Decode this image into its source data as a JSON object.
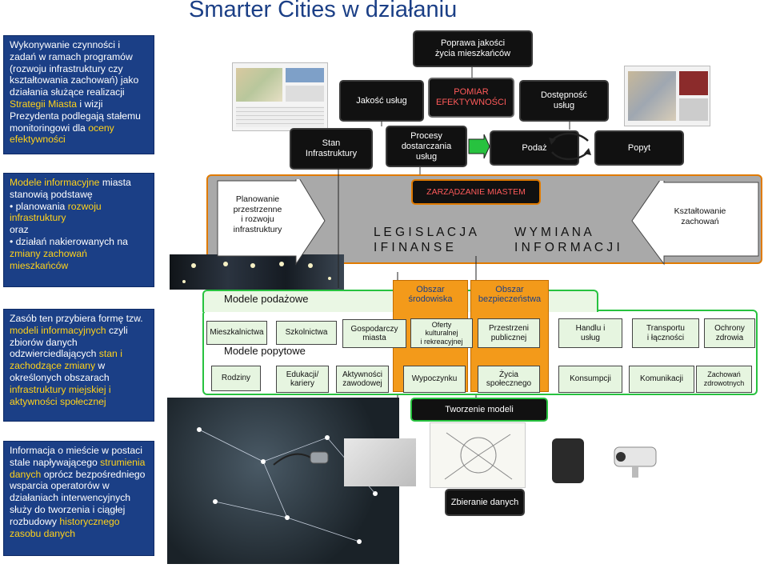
{
  "title": "Smarter Cities w działaniu",
  "left_boxes": [
    {
      "parts": [
        {
          "t": "Wykonywanie czynności i zadań w ramach programów (rozwoju infrastruktury czy kształtowania zachowań) jako działania służące realizacji ",
          "h": false
        },
        {
          "t": "Strategii Miasta",
          "h": true
        },
        {
          "t": " i wizji Prezydenta podlegają stałemu monitoringowi dla ",
          "h": false
        },
        {
          "t": "oceny efektywności",
          "h": true
        }
      ]
    },
    {
      "parts": [
        {
          "t": "Modele informacyjne",
          "h": true
        },
        {
          "t": " miasta stanowią podstawę\n• planowania ",
          "h": false
        },
        {
          "t": "rozwoju infrastruktury",
          "h": true
        },
        {
          "t": "\n oraz\n• działań nakierowanych na ",
          "h": false
        },
        {
          "t": "zmiany zachowań mieszkańców",
          "h": true
        }
      ]
    },
    {
      "parts": [
        {
          "t": "Zasób ten przybiera formę tzw. ",
          "h": false
        },
        {
          "t": "modeli informacyjnych",
          "h": true
        },
        {
          "t": " czyli zbiorów danych odzwierciedlających ",
          "h": false
        },
        {
          "t": "stan i zachodzące zmiany",
          "h": true
        },
        {
          "t": " w określonych obszarach ",
          "h": false
        },
        {
          "t": "infrastruktury miejskiej i aktywności społecznej",
          "h": true
        }
      ]
    },
    {
      "parts": [
        {
          "t": "Informacja o mieście w postaci stale napływającego ",
          "h": false
        },
        {
          "t": "strumienia danych",
          "h": true
        },
        {
          "t": " oprócz bezpośredniego wsparcia operatorów w działaniach interwencyjnych służy do tworzenia i ciągłej rozbudowy ",
          "h": false
        },
        {
          "t": "historycznego zasobu danych",
          "h": true
        }
      ]
    }
  ],
  "top": {
    "poprawa": "Poprawa jakości\nżycia mieszkańców",
    "jakosc": "Jakość usług",
    "pomiar": "POMIAR\nEFEKTYWNOŚCI",
    "dostepnosc": "Dostępność\nusług",
    "stan": "Stan\nInfrastruktury",
    "procesy": "Procesy\ndostarczania\nusług",
    "podaz": "Podaż",
    "popyt": "Popyt"
  },
  "middle": {
    "planowanie": "Planowanie\nprzestrzenne\ni rozwoju\ninfrastruktury",
    "zarzadzanie": "ZARZĄDZANIE  MIASTEM",
    "legislacja": "L E G I S L A C J A\nI  F I N A N S E",
    "wymiana": "W Y M I A N A\nI N F O R M A C J I",
    "ksztaltowanie": "Kształtowanie\nzachowań"
  },
  "models": {
    "podazowe": "Modele podażowe",
    "popytowe": "Modele popytowe",
    "obszar_srod": "Obszar\nśrodowiska",
    "obszar_bezp": "Obszar\nbezpieczeństwa",
    "row1": [
      "Mieszkalnictwa",
      "Szkolnictwa",
      "Gospodarczy\nmiasta",
      "Oferty\nkulturalnej\ni rekreacyjnej",
      "Przestrzeni\npublicznej",
      "Handlu i\nusług",
      "Transportu\ni łączności",
      "Ochrony\nzdrowia"
    ],
    "row2": [
      "Rodziny",
      "Edukacji/\nkariery",
      "Aktywności\nzawodowej",
      "Wypoczynku",
      "Życia\nspołecznego",
      "Konsumpcji",
      "Komunikacji",
      "Zachowań\nzdrowotnych"
    ],
    "tworzenie": "Tworzenie modeli",
    "zbieranie": "Zbieranie danych"
  },
  "colors": {
    "navy": "#1b3f86",
    "highlight": "#ffd21a",
    "accent_green": "#27c23f",
    "orange": "#f39a1a",
    "mid_gray": "#a9a9a9"
  }
}
